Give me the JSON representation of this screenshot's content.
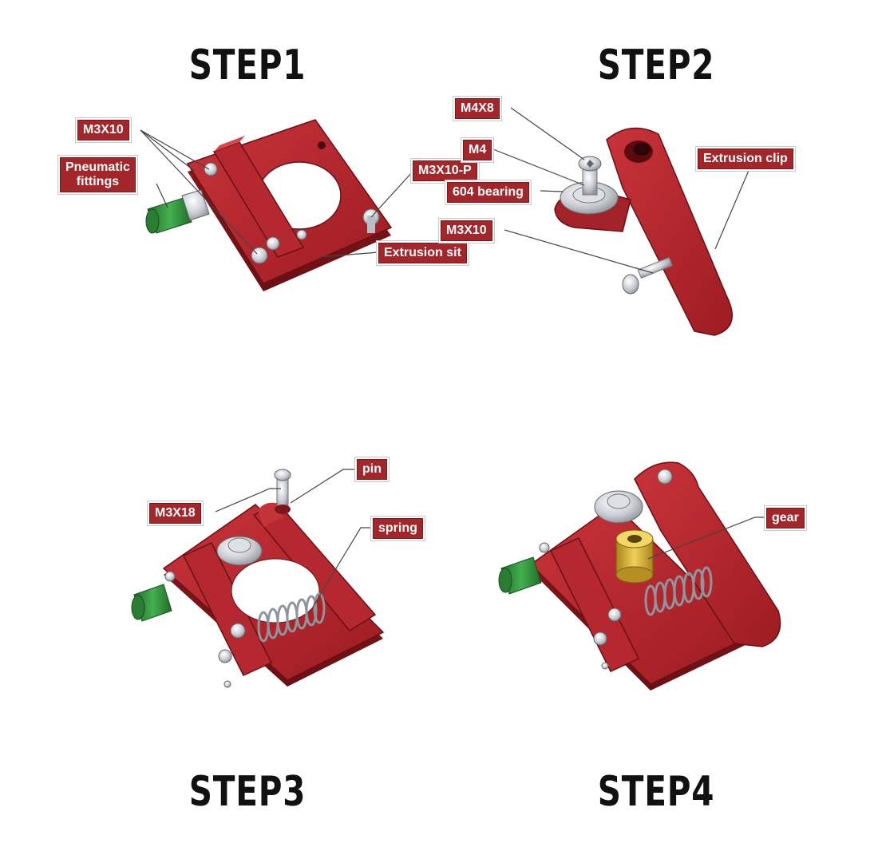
{
  "steps": [
    {
      "title": "STEP1"
    },
    {
      "title": "STEP2"
    },
    {
      "title": "STEP3"
    },
    {
      "title": "STEP4"
    }
  ],
  "labels": {
    "m3x10_step1": "M3X10",
    "pneumatic_fittings": "Pneumatic\nfittings",
    "m3x10_p": "M3X10-P",
    "extrusion_sit": "Extrusion sit",
    "m4x8": "M4X8",
    "m4": "M4",
    "bearing_604": "604 bearing",
    "m3x10_step2": "M3X10",
    "extrusion_clip": "Extrusion clip",
    "m3x18": "M3X18",
    "pin": "pin",
    "spring": "spring",
    "gear": "gear"
  },
  "colors": {
    "part_red": "#b1232a",
    "part_red_dark": "#7e161b",
    "part_red_light": "#cf3a3e",
    "label_bg": "#a3262a",
    "fitting_green": "#2f8f3a",
    "screw_silver": "#d7dbe0",
    "gear_gold": "#d9b332",
    "leader_line": "#444444"
  }
}
